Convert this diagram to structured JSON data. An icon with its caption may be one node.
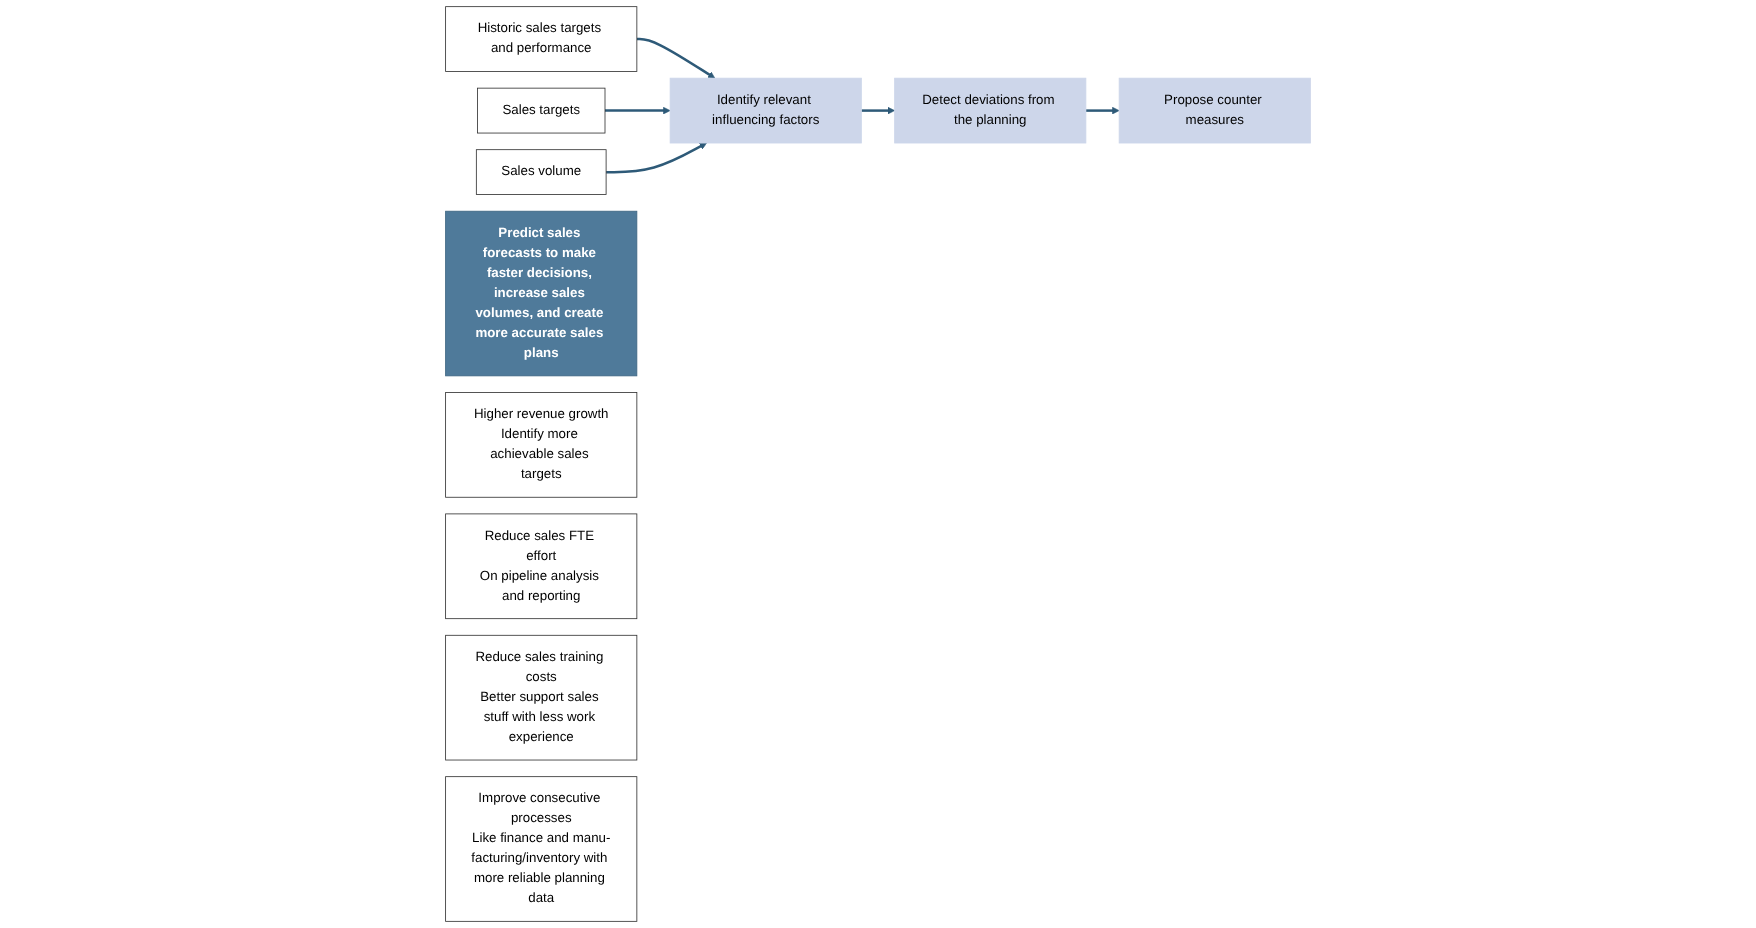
{
  "diagram": {
    "nodes": [
      {
        "text": [
          "Historic sales targets and performance"
        ]
      },
      {
        "text": [
          "Sales targets"
        ]
      },
      {
        "text": [
          "Sales volume"
        ]
      },
      {
        "text": [
          "Identify relevant influencing factors"
        ]
      },
      {
        "text": [
          "Detect deviations from the planning"
        ]
      },
      {
        "text": [
          "Propose counter measures"
        ]
      },
      {
        "text": [
          "Predict sales forecasts to make faster decisions, increase sales volumes, and create more accurate sales plans"
        ]
      },
      {
        "text": [
          "Higher revenue growth",
          "Identify more achievable sales targets"
        ]
      },
      {
        "text": [
          "Reduce sales FTE effort",
          "On pipeline analysis and reporting"
        ]
      },
      {
        "text": [
          "Reduce sales training costs",
          "Better support sales stuff with less work experience"
        ]
      },
      {
        "text": [
          "Improve consecutive processes",
          "Like finance and manu-facturing/inventory with more reliable planning data"
        ]
      }
    ],
    "edges": [
      {
        "from": 0,
        "to": 3,
        "arrow": "to"
      },
      {
        "from": 1,
        "to": 3,
        "arrow": "to"
      },
      {
        "from": 2,
        "to": 3,
        "arrow": "to"
      },
      {
        "from": 3,
        "to": 4,
        "arrow": "to"
      },
      {
        "from": 4,
        "to": 5,
        "arrow": "to"
      }
    ]
  }
}
